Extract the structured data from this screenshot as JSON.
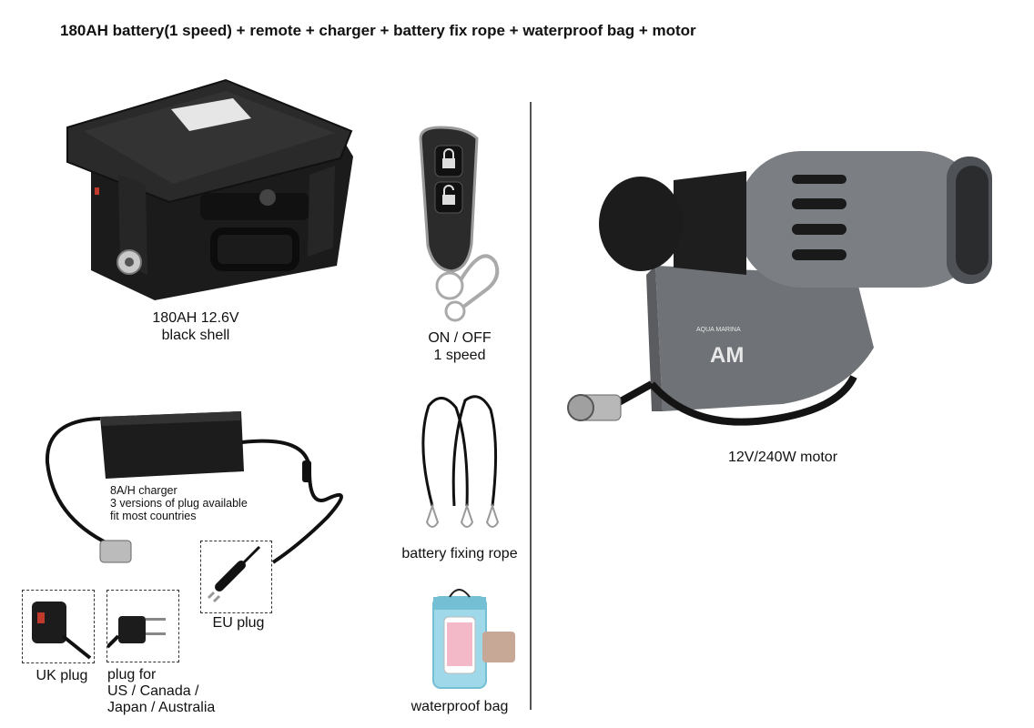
{
  "header": {
    "title": "180AH battery(1 speed) + remote + charger + battery fix rope + waterproof bag + motor"
  },
  "battery": {
    "line1": "180AH 12.6V",
    "line2": "black shell"
  },
  "remote": {
    "line1": "ON / OFF",
    "line2": "1 speed"
  },
  "motor": {
    "label": "12V/240W motor",
    "logo_text": "AM",
    "brand_text": "AQUA MARINA"
  },
  "charger": {
    "line1": "8A/H charger",
    "line2": "3 versions of plug available",
    "line3": "fit most countries"
  },
  "rope": {
    "label": "battery fixing rope"
  },
  "bag": {
    "label": "waterproof bag"
  },
  "plugs": {
    "eu": "EU plug",
    "uk": "UK plug",
    "us_line1": "plug for",
    "us_line2": "US / Canada /",
    "us_line3": "Japan / Australia"
  },
  "colors": {
    "case": "#1e1e1e",
    "motor_body": "#6f7276",
    "background": "#ffffff"
  }
}
